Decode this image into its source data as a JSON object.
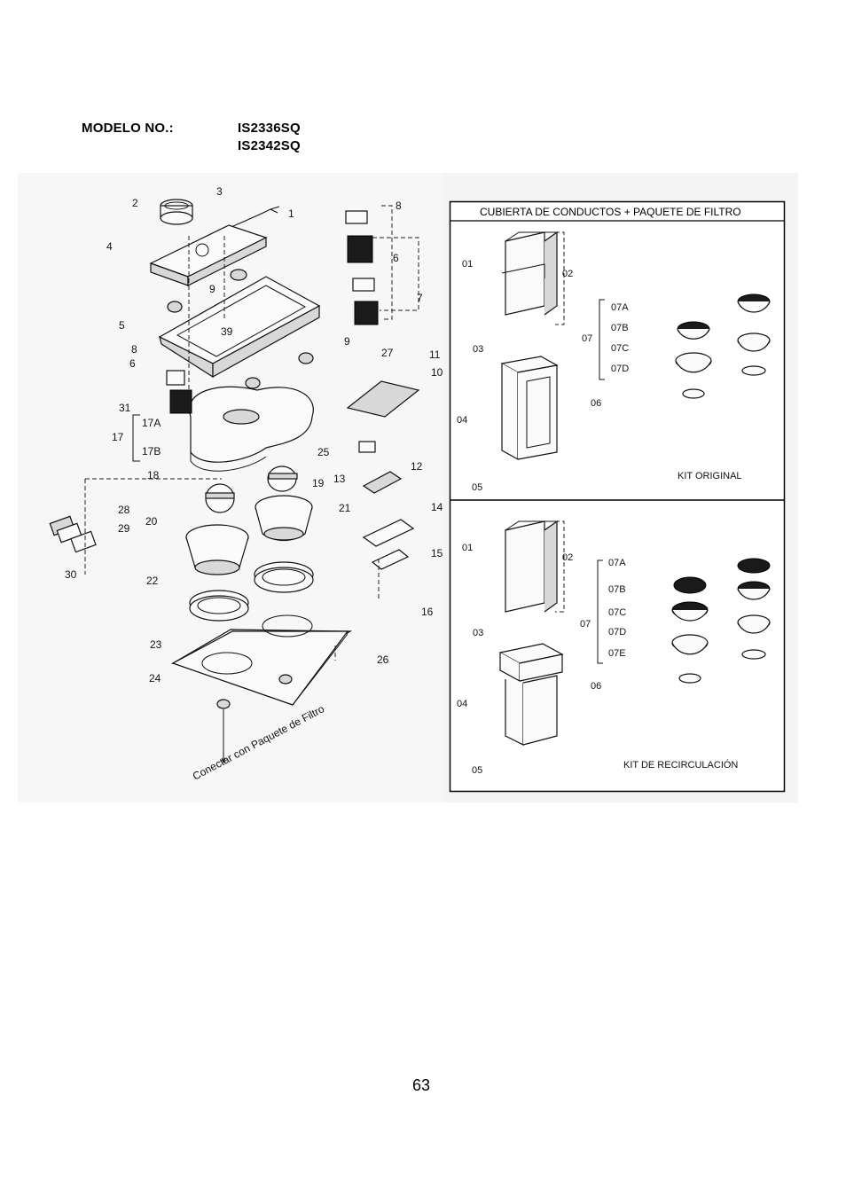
{
  "header": {
    "model_label": "MODELO NO.:",
    "model_1": "IS2336SQ",
    "model_2": "IS2342SQ"
  },
  "left_diagram": {
    "callouts": [
      "1",
      "2",
      "3",
      "4",
      "5",
      "6",
      "7",
      "8",
      "9",
      "9",
      "10",
      "11",
      "12",
      "13",
      "14",
      "15",
      "16",
      "17",
      "17A",
      "17B",
      "18",
      "19",
      "20",
      "21",
      "22",
      "23",
      "24",
      "25",
      "26",
      "27",
      "28",
      "29",
      "30",
      "31",
      "39",
      "6",
      "8"
    ],
    "note": "Conectar con Paquete de Filtro"
  },
  "right_panel": {
    "title": "CUBIERTA DE CONDUCTOS + PAQUETE DE FILTRO",
    "original": {
      "caption": "KIT ORIGINAL",
      "labels": [
        "01",
        "02",
        "03",
        "04",
        "05",
        "06",
        "07",
        "07A",
        "07B",
        "07C",
        "07D"
      ]
    },
    "recirc": {
      "caption": "KIT DE RECIRCULACIÓN",
      "labels": [
        "01",
        "02",
        "03",
        "04",
        "05",
        "06",
        "07",
        "07A",
        "07B",
        "07C",
        "07D",
        "07E"
      ]
    }
  },
  "page": {
    "number": "63"
  }
}
